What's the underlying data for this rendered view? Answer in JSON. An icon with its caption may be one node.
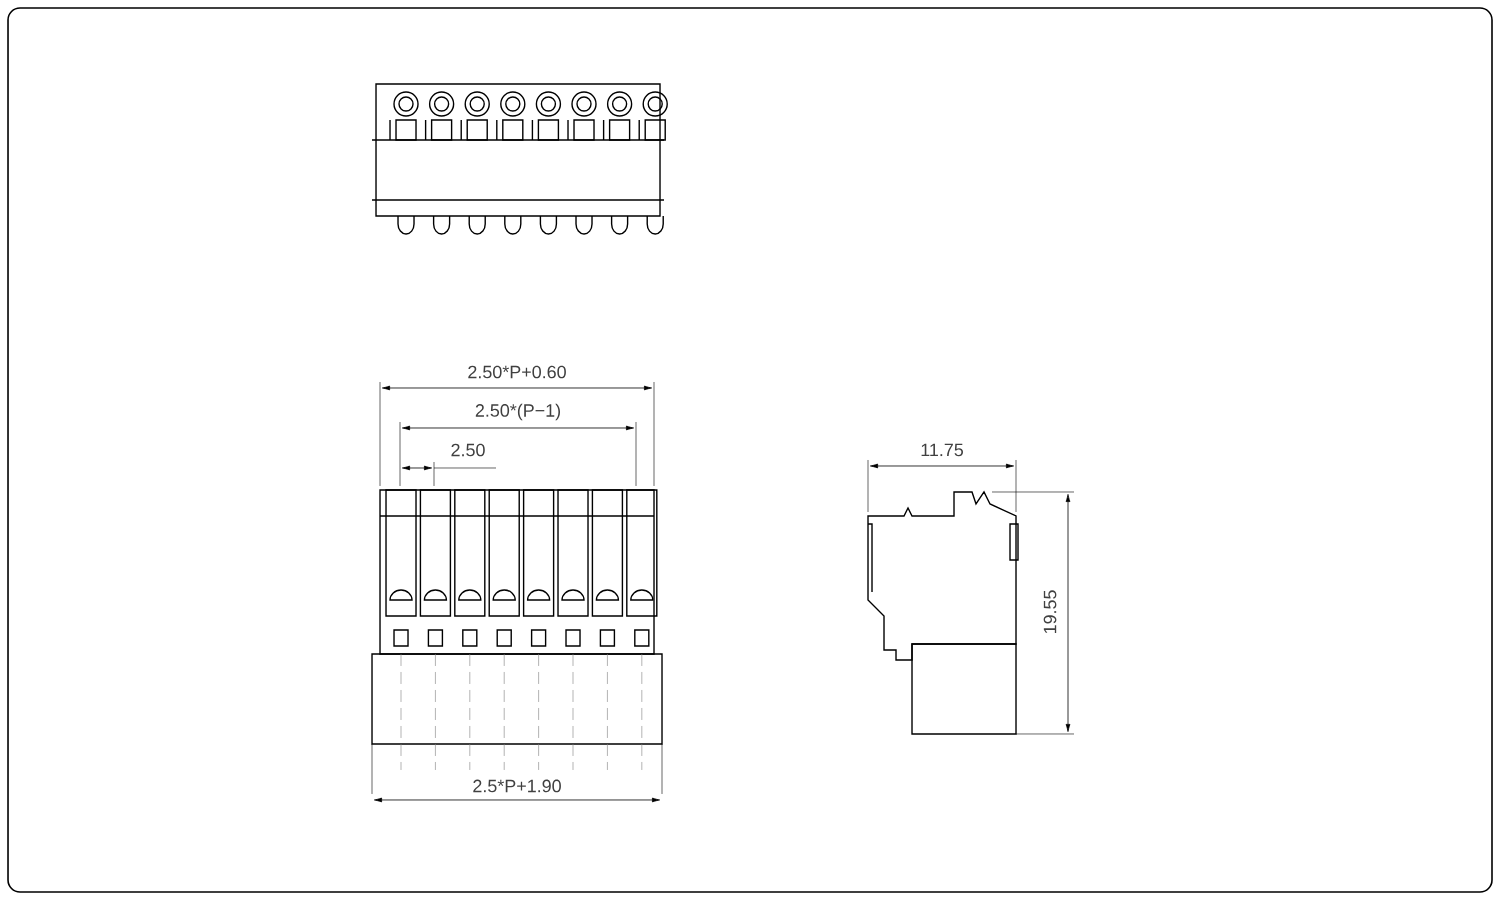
{
  "diagram": {
    "labels": [
      "2.50*P+0.60",
      "2.50*(P−1)",
      "2.50",
      "2.5*P+1.90",
      "11.75",
      "19.55"
    ]
  }
}
